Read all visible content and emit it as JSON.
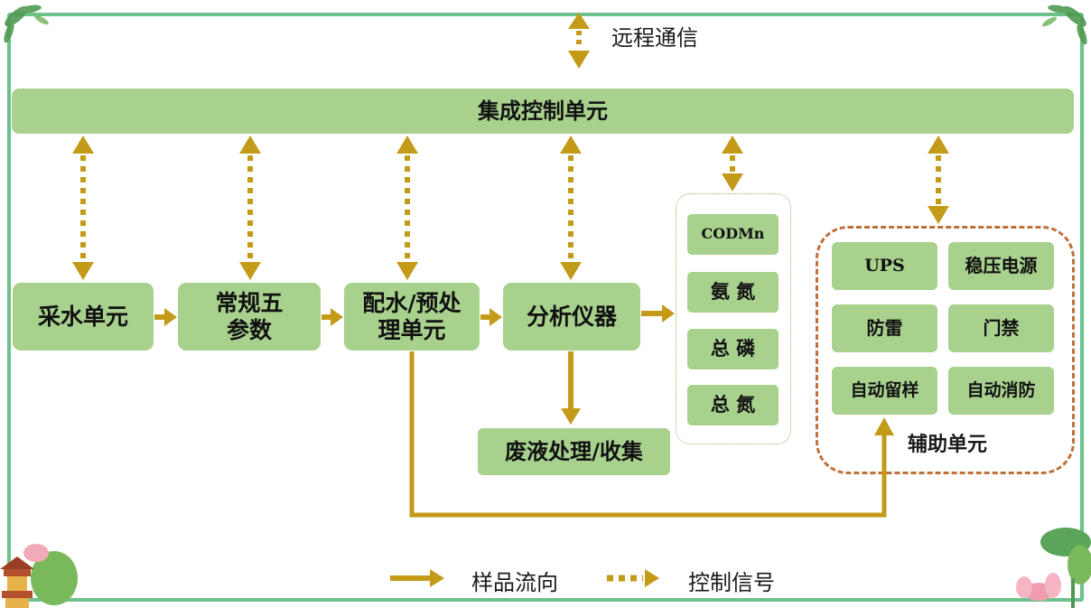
{
  "remote_comm": "远程通信",
  "control_unit": "集成控制单元",
  "process": {
    "sampling": "采水单元",
    "five_params": "常规五参数",
    "pretreat": "配水/预处理单元",
    "analyzer": "分析仪器",
    "waste": "废液处理/收集"
  },
  "analytes": [
    "CODMn",
    "氨 氮",
    "总 磷",
    "总 氮"
  ],
  "auxiliary": {
    "title": "辅助单元",
    "items": [
      "UPS",
      "稳压电源",
      "防雷",
      "门禁",
      "自动留样",
      "自动消防"
    ]
  },
  "legend": {
    "sample_flow": "样品流向",
    "control_signal": "控制信号"
  },
  "colors": {
    "box_fill": "#a9d18e",
    "arrow": "#c49a19",
    "frame": "#5fbf7d",
    "aux_border": "#c0703a"
  }
}
